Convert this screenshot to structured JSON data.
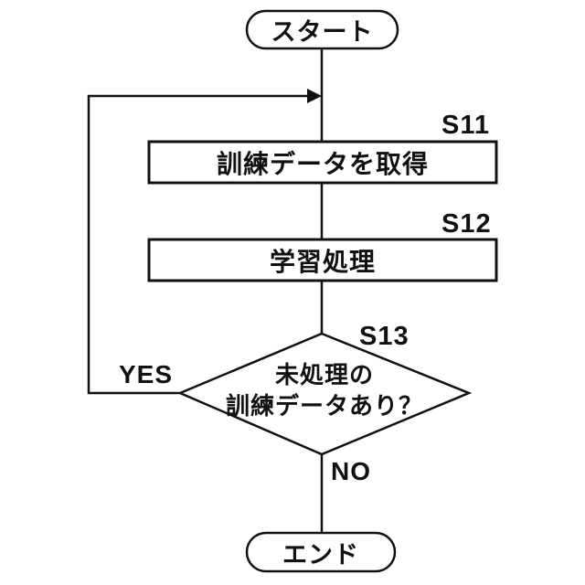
{
  "diagram": {
    "nodes": {
      "start": {
        "label": "スタート"
      },
      "s11": {
        "tag": "S11",
        "label": "訓練データを取得"
      },
      "s12": {
        "tag": "S12",
        "label": "学習処理"
      },
      "s13": {
        "tag": "S13",
        "label_line1": "未処理の",
        "label_line2": "訓練データあり？"
      },
      "end": {
        "label": "エンド"
      }
    },
    "edges": {
      "yes_label": "YES",
      "no_label": "NO"
    },
    "colors": {
      "line": "#111111",
      "text": "#111111",
      "background": "#ffffff",
      "node_fill": "#ffffff"
    }
  }
}
